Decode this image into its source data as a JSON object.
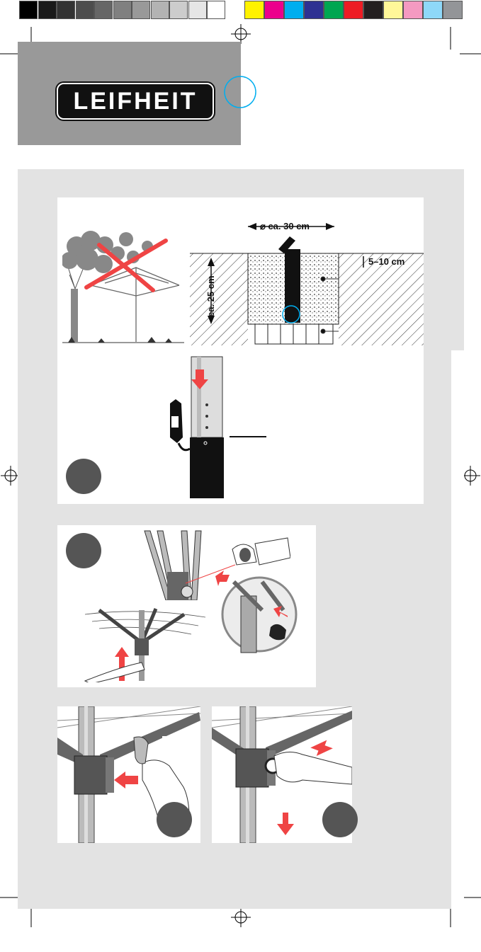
{
  "brand": {
    "logo_text": "LEIFHEIT"
  },
  "swatches": {
    "grays": [
      "#000000",
      "#1a1a1a",
      "#333333",
      "#4d4d4d",
      "#666666",
      "#808080",
      "#999999",
      "#b3b3b3",
      "#cccccc",
      "#e6e6e6",
      "#ffffff"
    ],
    "colors": [
      "#fff200",
      "#ec008c",
      "#00aeef",
      "#2e3192",
      "#00a651",
      "#ed1c24",
      "#231f20",
      "#fff799",
      "#f49ac1",
      "#8ed8f8",
      "#939598"
    ]
  },
  "install": {
    "diameter_label": "⌀ ca. 30 cm",
    "depth_label": "ca. 25 cm",
    "offset_label": "5–10 cm"
  },
  "colors": {
    "accent_red": "#ef4444",
    "badge": "#555555",
    "backdrop": "#e3e3e3"
  }
}
